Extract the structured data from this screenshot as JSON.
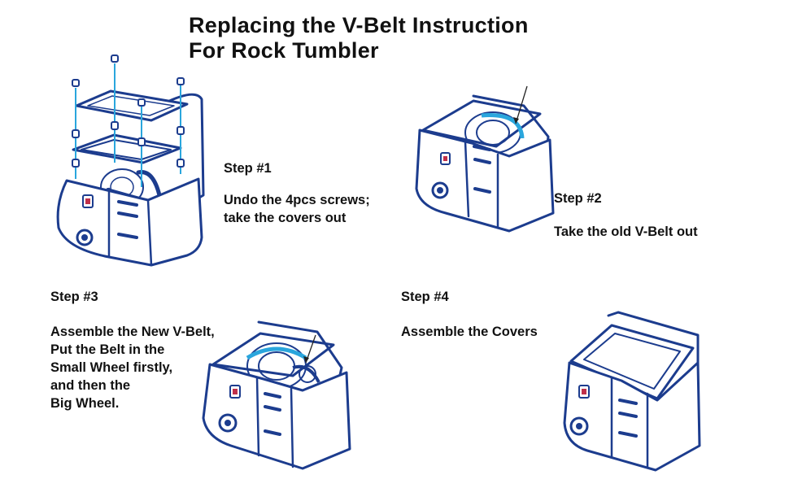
{
  "title": {
    "line1": "Replacing the V-Belt Instruction",
    "line2": "For Rock Tumbler"
  },
  "steps": [
    {
      "heading": "Step #1",
      "text": "Undo the 4pcs screws;\ntake the covers out"
    },
    {
      "heading": "Step #2",
      "text": "Take the old V-Belt out"
    },
    {
      "heading": "Step #3",
      "text": "Assemble the New V-Belt,\nPut the Belt in the\nSmall Wheel firstly,\nand then the\nBig Wheel."
    },
    {
      "heading": "Step #4",
      "text": "Assemble the Covers"
    }
  ],
  "colors": {
    "line": "#1c3c8e",
    "screw_guide": "#2aa6dd",
    "switch": "#c0304a"
  }
}
